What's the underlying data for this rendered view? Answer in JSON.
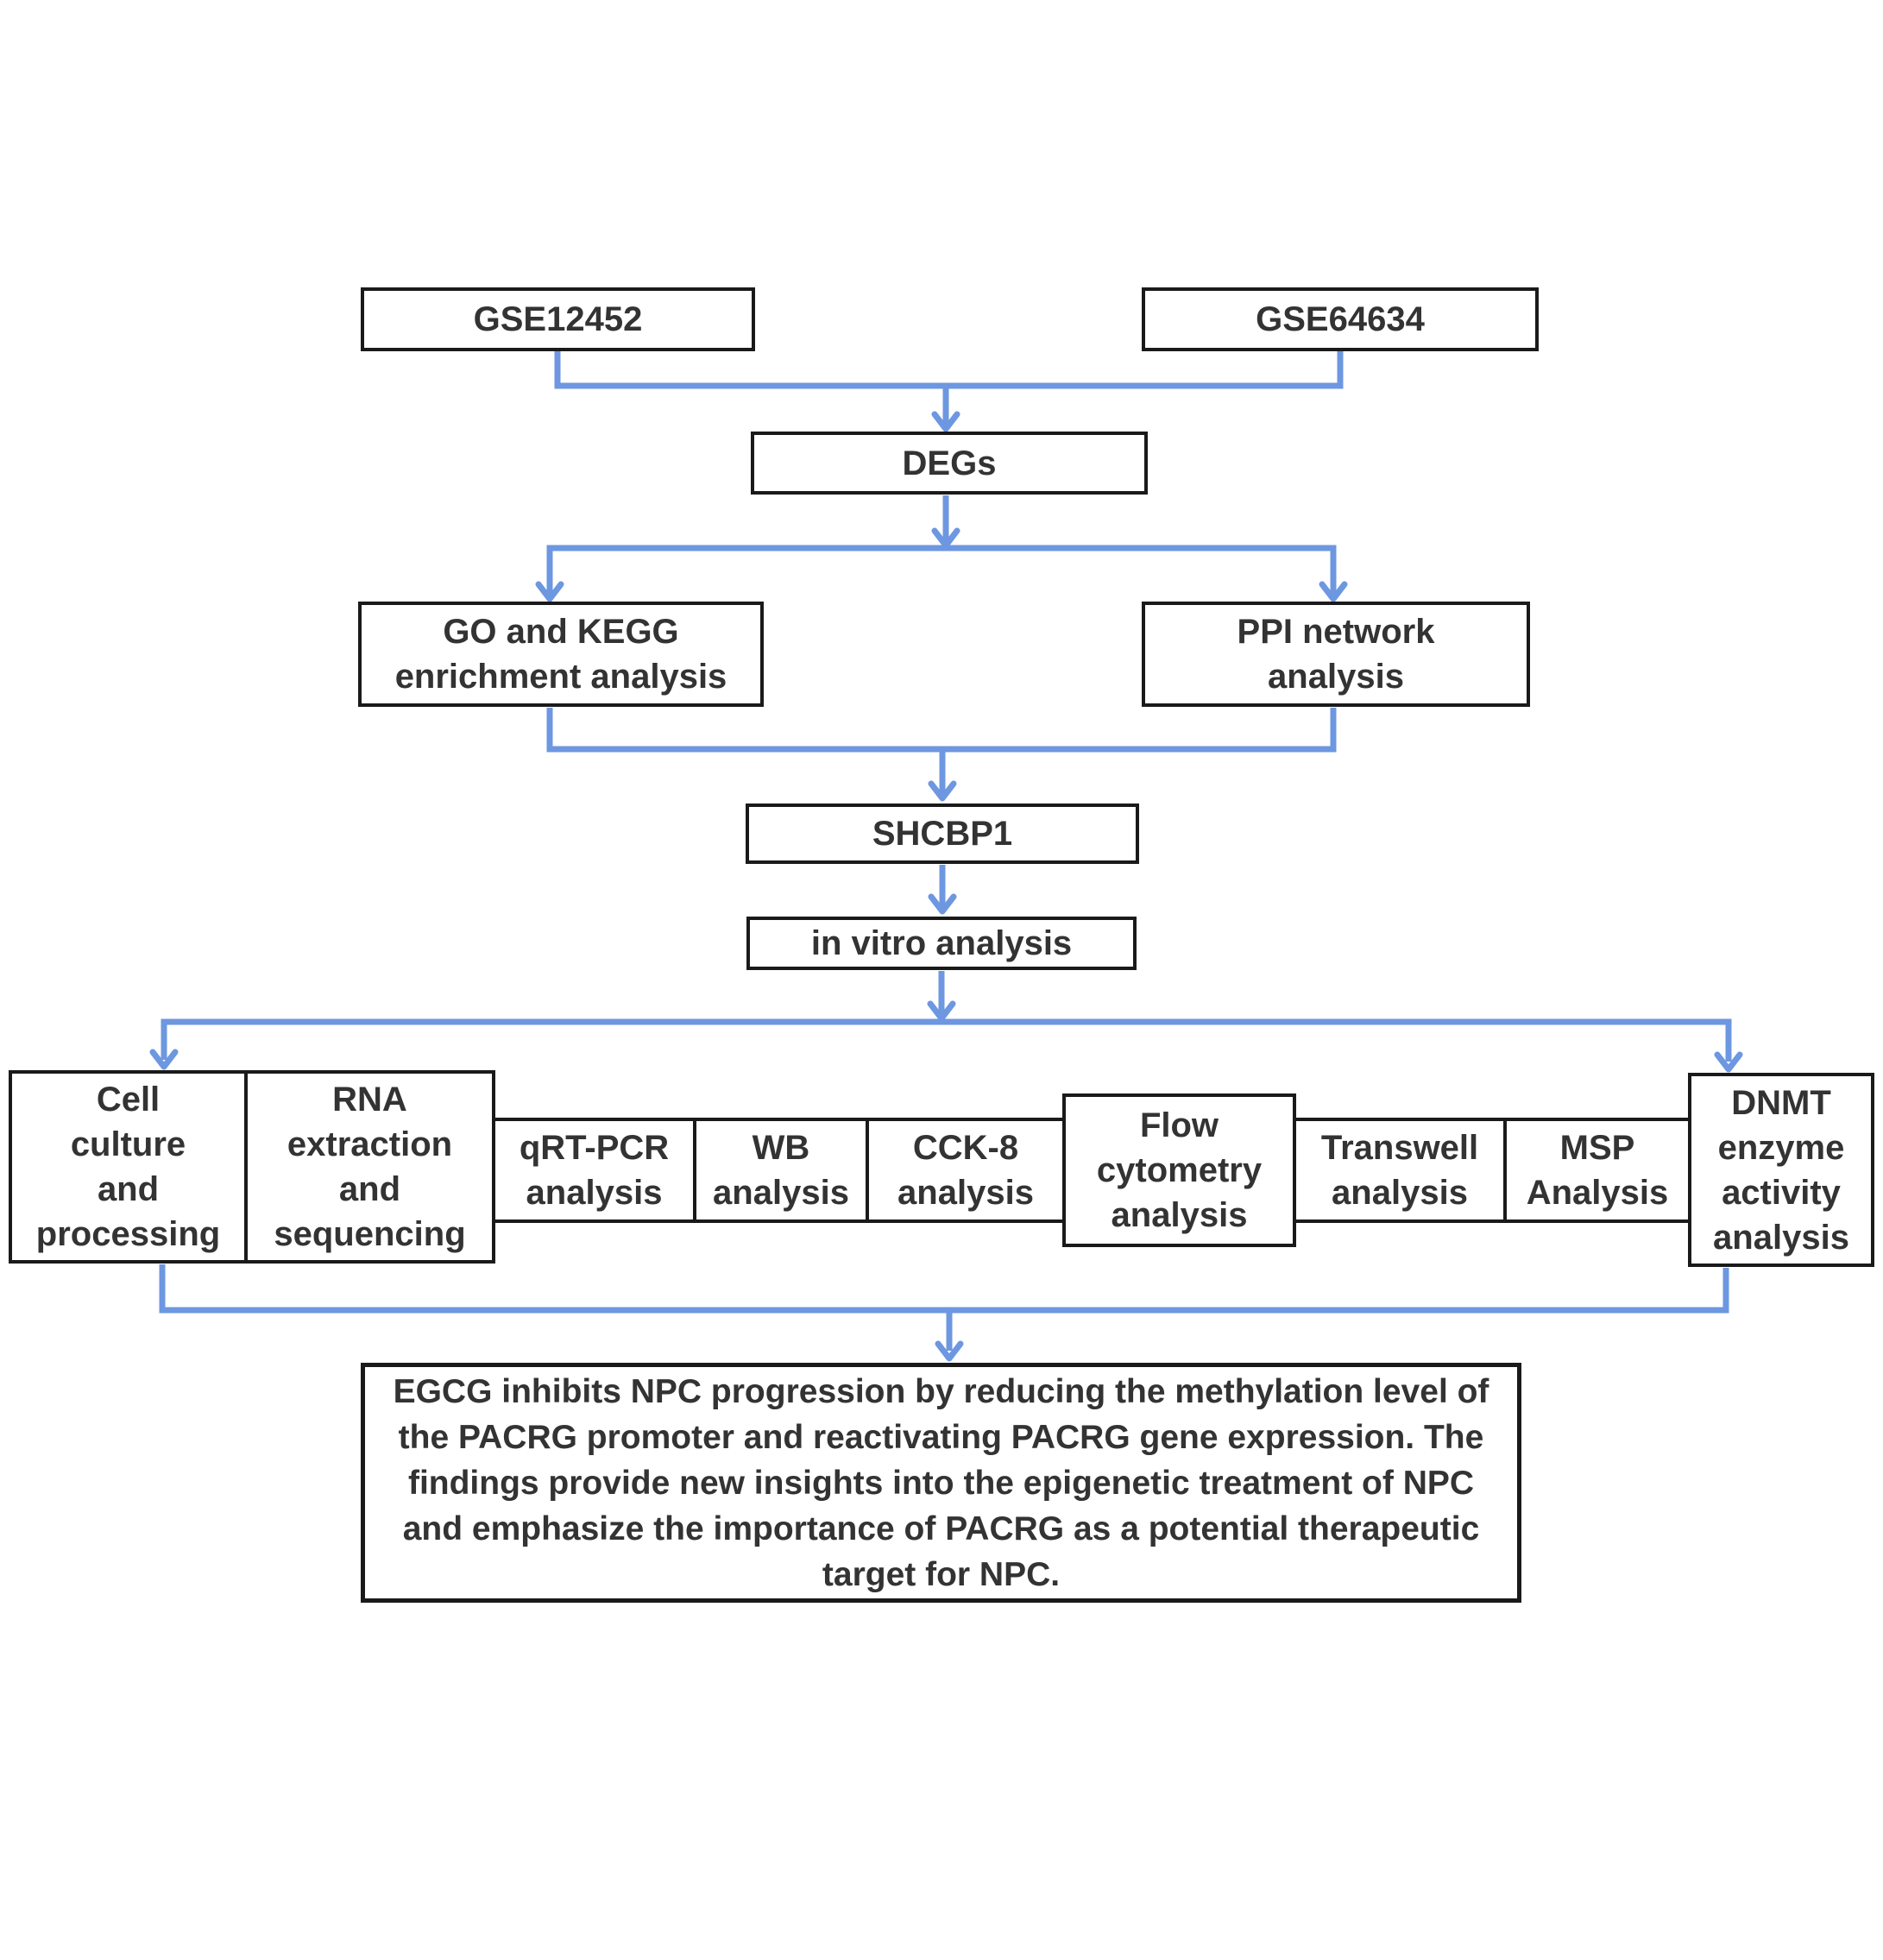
{
  "diagram": {
    "colors": {
      "connector": "#6d97e0",
      "box_border": "#1a1a1a",
      "text": "#333333",
      "background": "#ffffff"
    },
    "nodes": {
      "gse12452": {
        "label": "GSE12452"
      },
      "gse64634": {
        "label": "GSE64634"
      },
      "degs": {
        "label": "DEGs"
      },
      "go_kegg": {
        "label": "GO and KEGG\nenrichment analysis"
      },
      "ppi": {
        "label": "PPI network\nanalysis"
      },
      "shcbp1": {
        "label": "SHCBP1"
      },
      "in_vitro": {
        "label": "in vitro analysis"
      },
      "cell_culture": {
        "label": "Cell\nculture\nand\nprocessing"
      },
      "rna": {
        "label": "RNA\nextraction\nand\nsequencing"
      },
      "qrt_pcr": {
        "label": "qRT-PCR\nanalysis"
      },
      "wb": {
        "label": "WB\nanalysis"
      },
      "cck8": {
        "label": "CCK-8\nanalysis"
      },
      "flow": {
        "label": "Flow\ncytometry\nanalysis"
      },
      "transwell": {
        "label": "Transwell\nanalysis"
      },
      "msp": {
        "label": "MSP\nAnalysis"
      },
      "dnmt": {
        "label": "DNMT\nenzyme\nactivity\nanalysis"
      },
      "conclusion": {
        "label": "EGCG inhibits NPC progression by reducing the methylation level of the PACRG promoter and reactivating PACRG gene expression. The findings provide new insights into the epigenetic treatment of NPC and emphasize the importance of PACRG as a potential therapeutic target for NPC."
      }
    }
  }
}
